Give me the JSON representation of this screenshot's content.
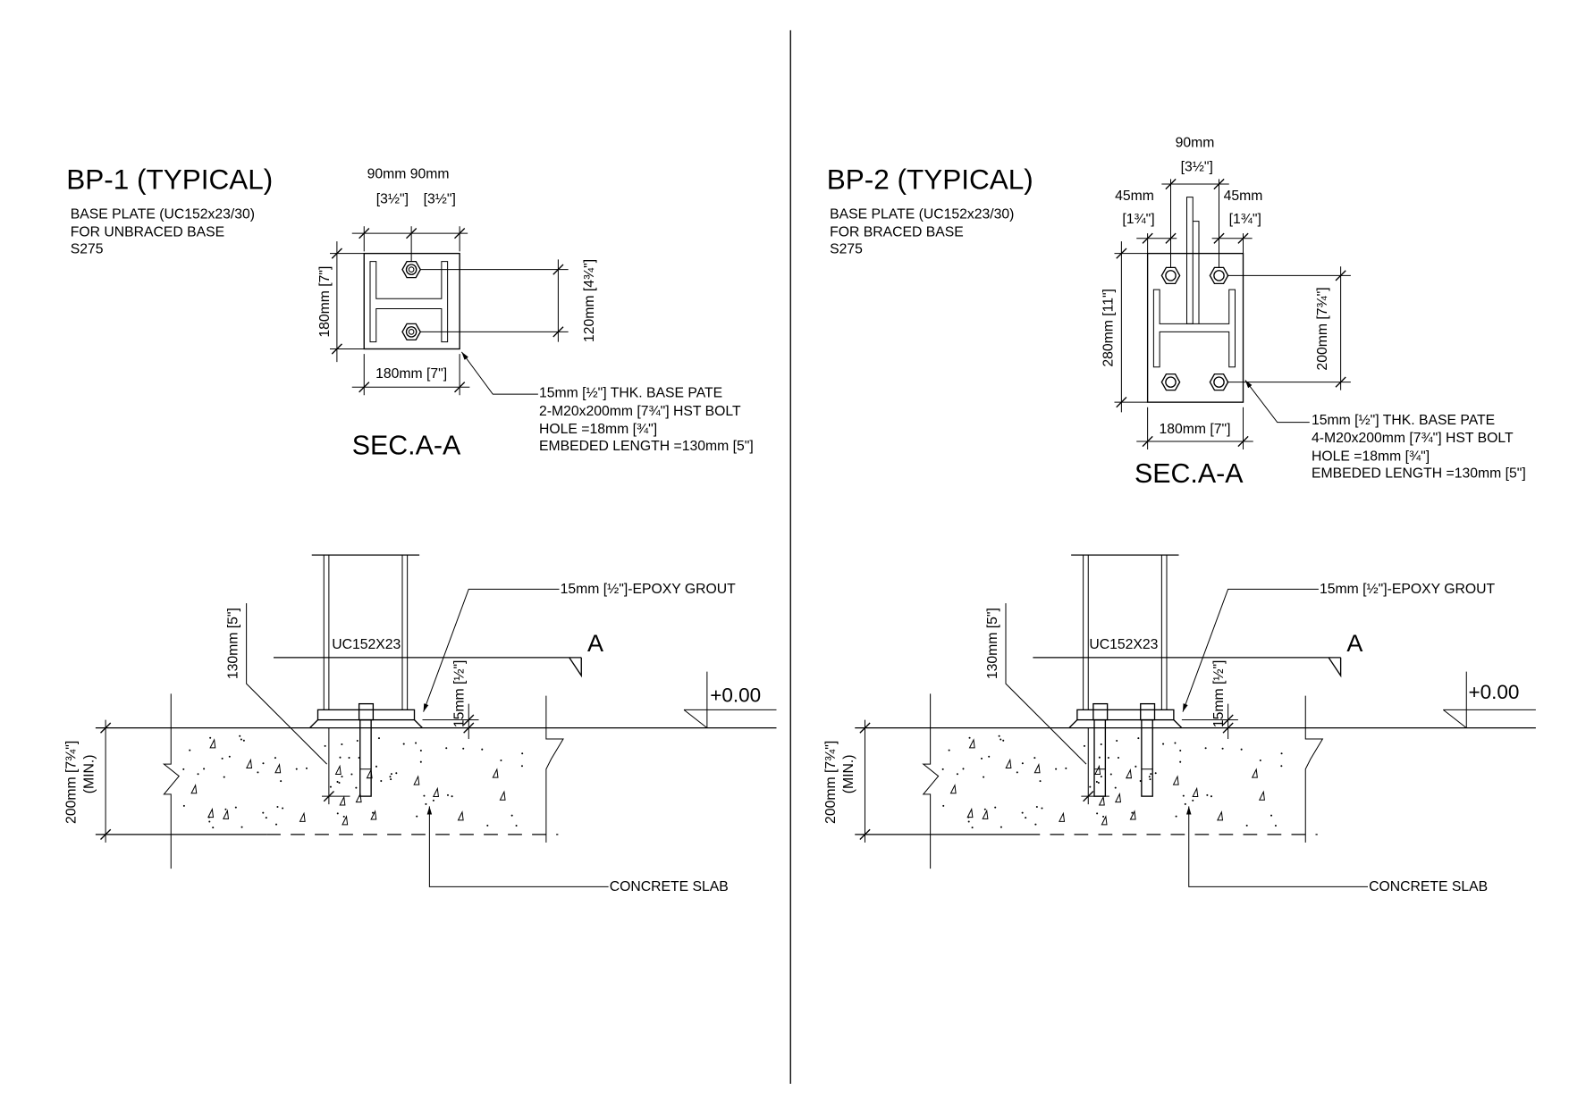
{
  "left": {
    "title": "BP-1 (TYPICAL)",
    "desc": [
      "BASE PLATE (UC152x23/30)",
      "FOR UNBRACED BASE",
      "S275"
    ],
    "plan": {
      "dim_top": "90mm  90mm",
      "dim_top_in_1": "[3½\"]",
      "dim_top_in_2": "[3½\"]",
      "dim_left": "180mm [7\"]",
      "dim_right": "120mm [4¾\"]",
      "dim_bottom": "180mm [7\"]",
      "section_label": "SEC.A-A",
      "notes": [
        "15mm [½\"] THK. BASE PATE",
        "2-M20x200mm [7¾\"] HST BOLT",
        "HOLE =18mm [¾\"]",
        "EMBEDED LENGTH =130mm [5\"]"
      ]
    },
    "elevation": {
      "grout_label": "15mm [½\"]-EPOXY GROUT",
      "column_label": "UC152X23",
      "section_mark": "A",
      "level": "+0.00",
      "embed_dim": "130mm [5\"]",
      "grout_dim": "15mm [½\"]",
      "slab_dim": "200mm [7¾\"]",
      "slab_dim_note": "(MIN.)",
      "slab_label": "CONCRETE SLAB"
    }
  },
  "right": {
    "title": "BP-2 (TYPICAL)",
    "desc": [
      "BASE PLATE (UC152x23/30)",
      "FOR BRACED BASE",
      "S275"
    ],
    "plan": {
      "dim_top": "90mm",
      "dim_top_in": "[3½\"]",
      "dim_edge_left": "45mm",
      "dim_edge_left_in": "[1¾\"]",
      "dim_edge_right": "45mm",
      "dim_edge_right_in": "[1¾\"]",
      "dim_left": "280mm [11\"]",
      "dim_right": "200mm [7¾\"]",
      "dim_bottom": "180mm [7\"]",
      "section_label": "SEC.A-A",
      "notes": [
        "15mm [½\"] THK. BASE PATE",
        "4-M20x200mm [7¾\"] HST BOLT",
        "HOLE =18mm [¾\"]",
        "EMBEDED LENGTH =130mm [5\"]"
      ]
    },
    "elevation": {
      "grout_label": "15mm [½\"]-EPOXY GROUT",
      "column_label": "UC152X23",
      "section_mark": "A",
      "level": "+0.00",
      "embed_dim": "130mm [5\"]",
      "grout_dim": "15mm [½\"]",
      "slab_dim": "200mm [7¾\"]",
      "slab_dim_note": "(MIN.)",
      "slab_label": "CONCRETE SLAB"
    }
  }
}
